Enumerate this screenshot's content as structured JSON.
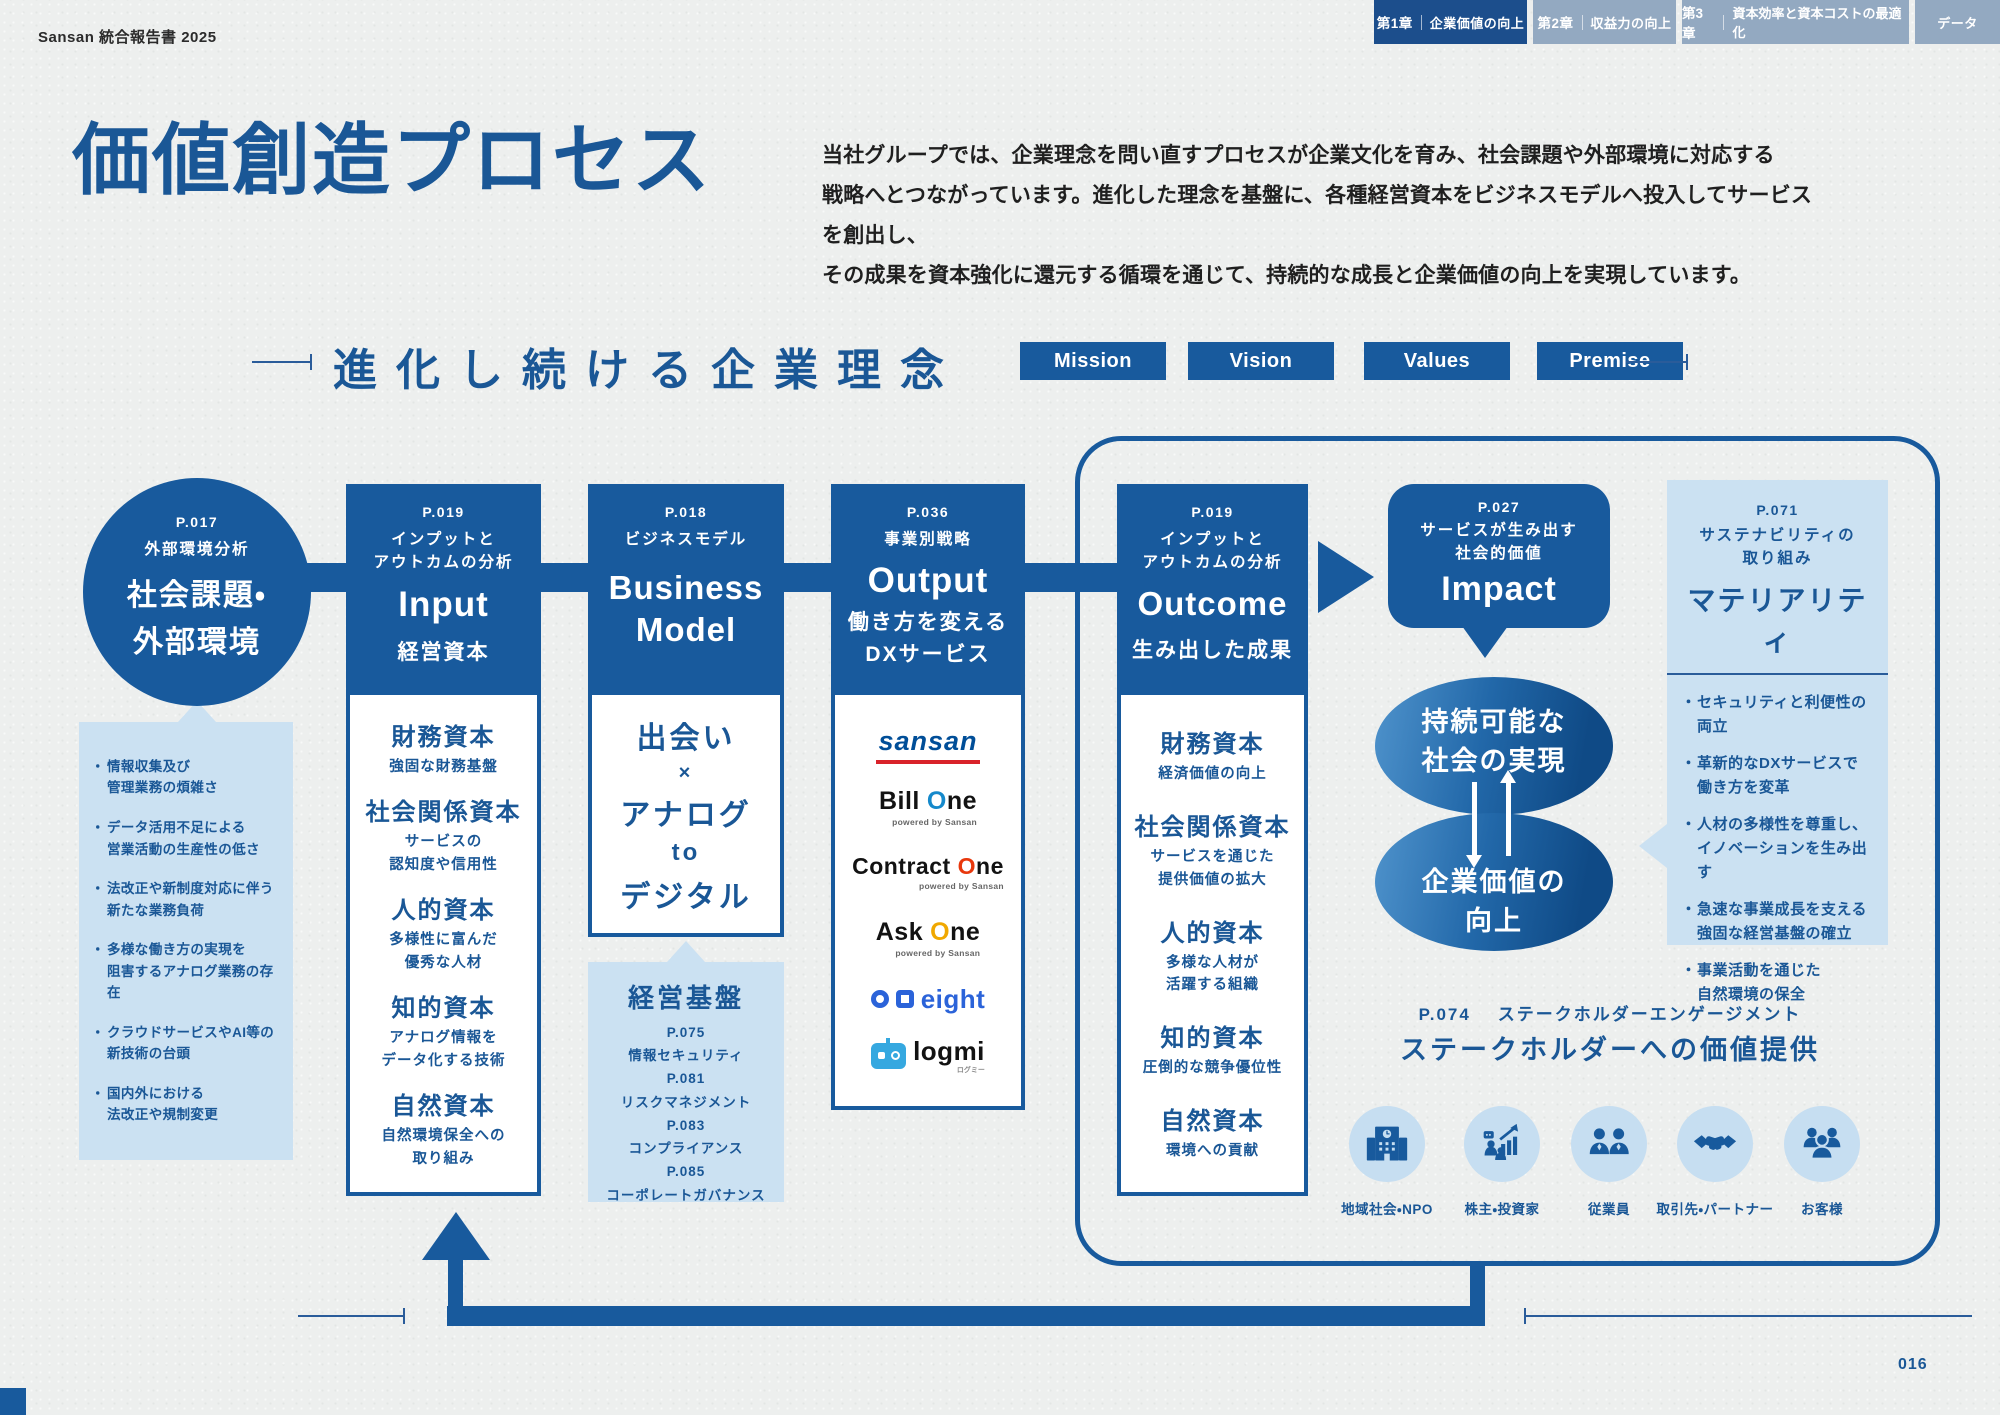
{
  "page": {
    "number": "016",
    "report_title": "Sansan 統合報告書 2025"
  },
  "nav": {
    "tabs": [
      {
        "chapter": "第1章",
        "label": "企業価値の向上"
      },
      {
        "chapter": "第2章",
        "label": "収益力の向上"
      },
      {
        "chapter": "第3章",
        "label": "資本効率と資本コストの最適化"
      },
      {
        "label": "データ"
      }
    ]
  },
  "hero": {
    "title": "価値創造プロセス",
    "lines": [
      "当社グループでは、企業理念を問い直すプロセスが企業文化を育み、社会課題や外部環境に対応する",
      "戦略へとつながっています。進化した理念を基盤に、各種経営資本をビジネスモデルへ投入してサービスを創出し、",
      "その成果を資本強化に還元する循環を通じて、持続的な成長と企業価値の向上を実現しています。"
    ]
  },
  "philosophy": {
    "heading": "進化し続ける企業理念",
    "buttons": [
      {
        "label": "Mission"
      },
      {
        "label": "Vision"
      },
      {
        "label": "Values"
      },
      {
        "label": "Premise"
      }
    ]
  },
  "environment": {
    "page_ref": "P.017",
    "category": "外部環境分析",
    "title1": "社会課題・",
    "title2": "外部環境",
    "issues": [
      {
        "l1": "情報収集及び",
        "l2": "管理業務の煩雑さ"
      },
      {
        "l1": "データ活用不足による",
        "l2": "営業活動の生産性の低さ"
      },
      {
        "l1": "法改正や新制度対応に伴う",
        "l2": "新たな業務負荷"
      },
      {
        "l1": "多様な働き方の実現を",
        "l2": "阻害するアナログ業務の存在"
      },
      {
        "l1": "クラウドサービスやAI等の",
        "l2": "新技術の台頭"
      },
      {
        "l1": "国内外における",
        "l2": "法改正や規制変更"
      }
    ]
  },
  "input": {
    "page_ref": "P.019",
    "cat1": "インプットと",
    "cat2": "アウトカムの分析",
    "title": "Input",
    "subtitle": "経営資本",
    "capitals": [
      {
        "name": "財務資本",
        "d1": "強固な財務基盤"
      },
      {
        "name": "社会関係資本",
        "d1": "サービスの",
        "d2": "認知度や信用性"
      },
      {
        "name": "人的資本",
        "d1": "多様性に富んだ",
        "d2": "優秀な人材"
      },
      {
        "name": "知的資本",
        "d1": "アナログ情報を",
        "d2": "データ化する技術"
      },
      {
        "name": "自然資本",
        "d1": "自然環境保全への",
        "d2": "取り組み"
      }
    ]
  },
  "business": {
    "page_ref": "P.018",
    "cat1": "ビジネスモデル",
    "t1": "Business",
    "t2": "Model",
    "c1": "出会い",
    "c2": "×",
    "c3": "アナログ",
    "c4": "to",
    "c5": "デジタル",
    "foundation": {
      "title": "経営基盤",
      "items": [
        {
          "page": "P.075",
          "label": "情報セキュリティ"
        },
        {
          "page": "P.081",
          "label": "リスクマネジメント"
        },
        {
          "page": "P.083",
          "label": "コンプライアンス"
        },
        {
          "page": "P.085",
          "label": "コーポレートガバナンス"
        }
      ]
    }
  },
  "output": {
    "page_ref": "P.036",
    "category": "事業別戦略",
    "title": "Output",
    "sub1": "働き方を変える",
    "sub2": "DXサービス",
    "services": [
      {
        "name": "sansan"
      },
      {
        "name_a": "Bill",
        "name_b": "One",
        "powered": "powered by Sansan"
      },
      {
        "name_a": "Contract",
        "name_b": "One",
        "powered": "powered by Sansan"
      },
      {
        "name_a": "Ask",
        "name_b": "One",
        "powered": "powered by Sansan"
      },
      {
        "name": "eight"
      },
      {
        "name": "logmi",
        "kana": "ログミー"
      }
    ]
  },
  "outcome": {
    "page_ref": "P.019",
    "cat1": "インプットと",
    "cat2": "アウトカムの分析",
    "title": "Outcome",
    "subtitle": "生み出した成果",
    "capitals": [
      {
        "name": "財務資本",
        "d1": "経済価値の向上"
      },
      {
        "name": "社会関係資本",
        "d1": "サービスを通じた",
        "d2": "提供価値の拡大"
      },
      {
        "name": "人的資本",
        "d1": "多様な人材が",
        "d2": "活躍する組織"
      },
      {
        "name": "知的資本",
        "d1": "圧倒的な競争優位性"
      },
      {
        "name": "自然資本",
        "d1": "環境への貢献"
      }
    ]
  },
  "impact": {
    "page_ref": "P.027",
    "cat1": "サービスが生み出す",
    "cat2": "社会的価値",
    "title": "Impact",
    "cycle_top1": "持続可能な",
    "cycle_top2": "社会の実現",
    "cycle_bottom1": "企業価値の",
    "cycle_bottom2": "向上"
  },
  "materiality": {
    "page_ref": "P.071",
    "cat1": "サステナビリティの",
    "cat2": "取り組み",
    "title": "マテリアリティ",
    "items": [
      {
        "l1": "セキュリティと利便性の両立"
      },
      {
        "l1": "革新的なDXサービスで",
        "l2": "働き方を変革"
      },
      {
        "l1": "人材の多様性を尊重し、",
        "l2": "イノベーションを生み出す"
      },
      {
        "l1": "急速な事業成長を支える",
        "l2": "強固な経営基盤の確立"
      },
      {
        "l1": "事業活動を通じた",
        "l2": "自然環境の保全"
      }
    ]
  },
  "stakeholders": {
    "page_ref": "P.074",
    "category": "ステークホルダーエンゲージメント",
    "title": "ステークホルダーへの価値提供",
    "groups": [
      {
        "label": "地域社会・NPO",
        "icon": "building-icon"
      },
      {
        "label": "株主・投資家",
        "icon": "chart-presentation-icon"
      },
      {
        "label": "従業員",
        "icon": "two-people-icon"
      },
      {
        "label": "取引先・パートナー",
        "icon": "handshake-icon"
      },
      {
        "label": "お客様",
        "icon": "people-group-icon"
      }
    ]
  },
  "colors": {
    "primary": "#185A9D",
    "primary_text": "#1A5796",
    "light_blue": "#CBE1F2",
    "inactive_tab": "#93A9C1",
    "sansan_blue": "#004E98",
    "sansan_red": "#D9222A",
    "billone_o": "#1589CB",
    "contractone_o": "#E8380D",
    "askone_o": "#F0A800",
    "eight_blue": "#2B63D9",
    "logmi_blue": "#35A8E0"
  }
}
